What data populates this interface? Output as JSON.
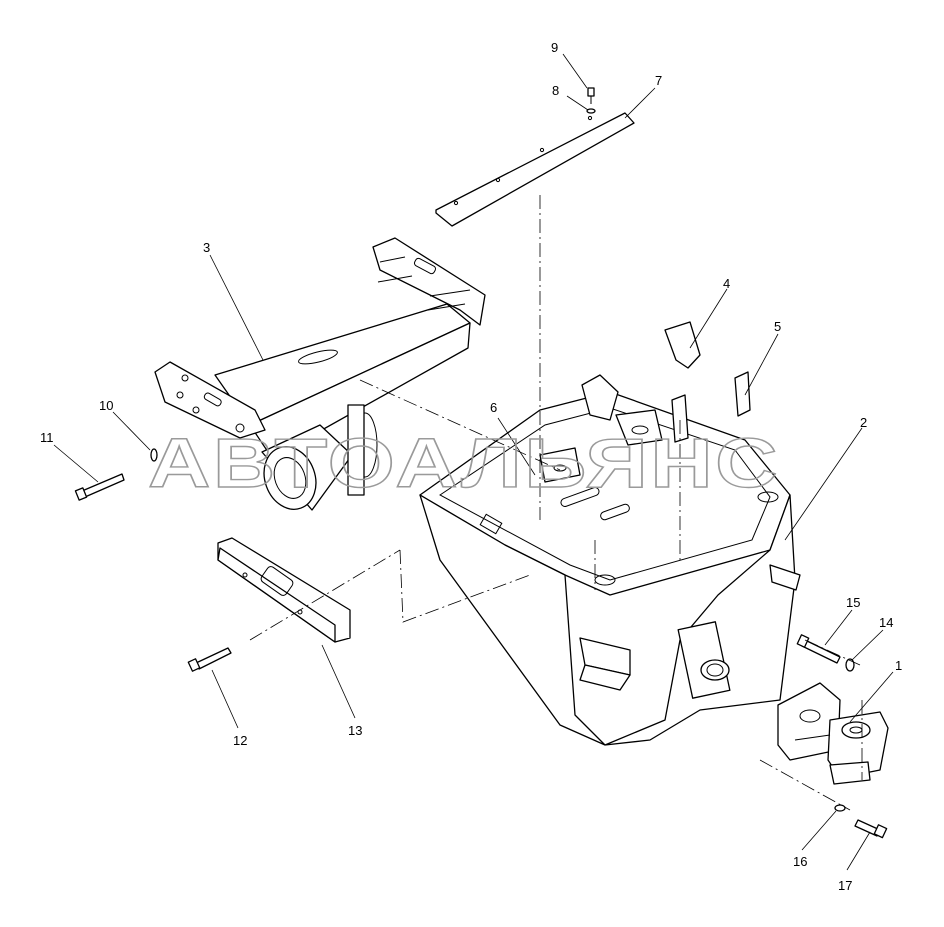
{
  "watermark": "АВТОАЛЬЯНС",
  "callouts": [
    "1",
    "2",
    "3",
    "4",
    "5",
    "6",
    "7",
    "8",
    "9",
    "10",
    "11",
    "12",
    "13",
    "14",
    "15",
    "16",
    "17"
  ]
}
